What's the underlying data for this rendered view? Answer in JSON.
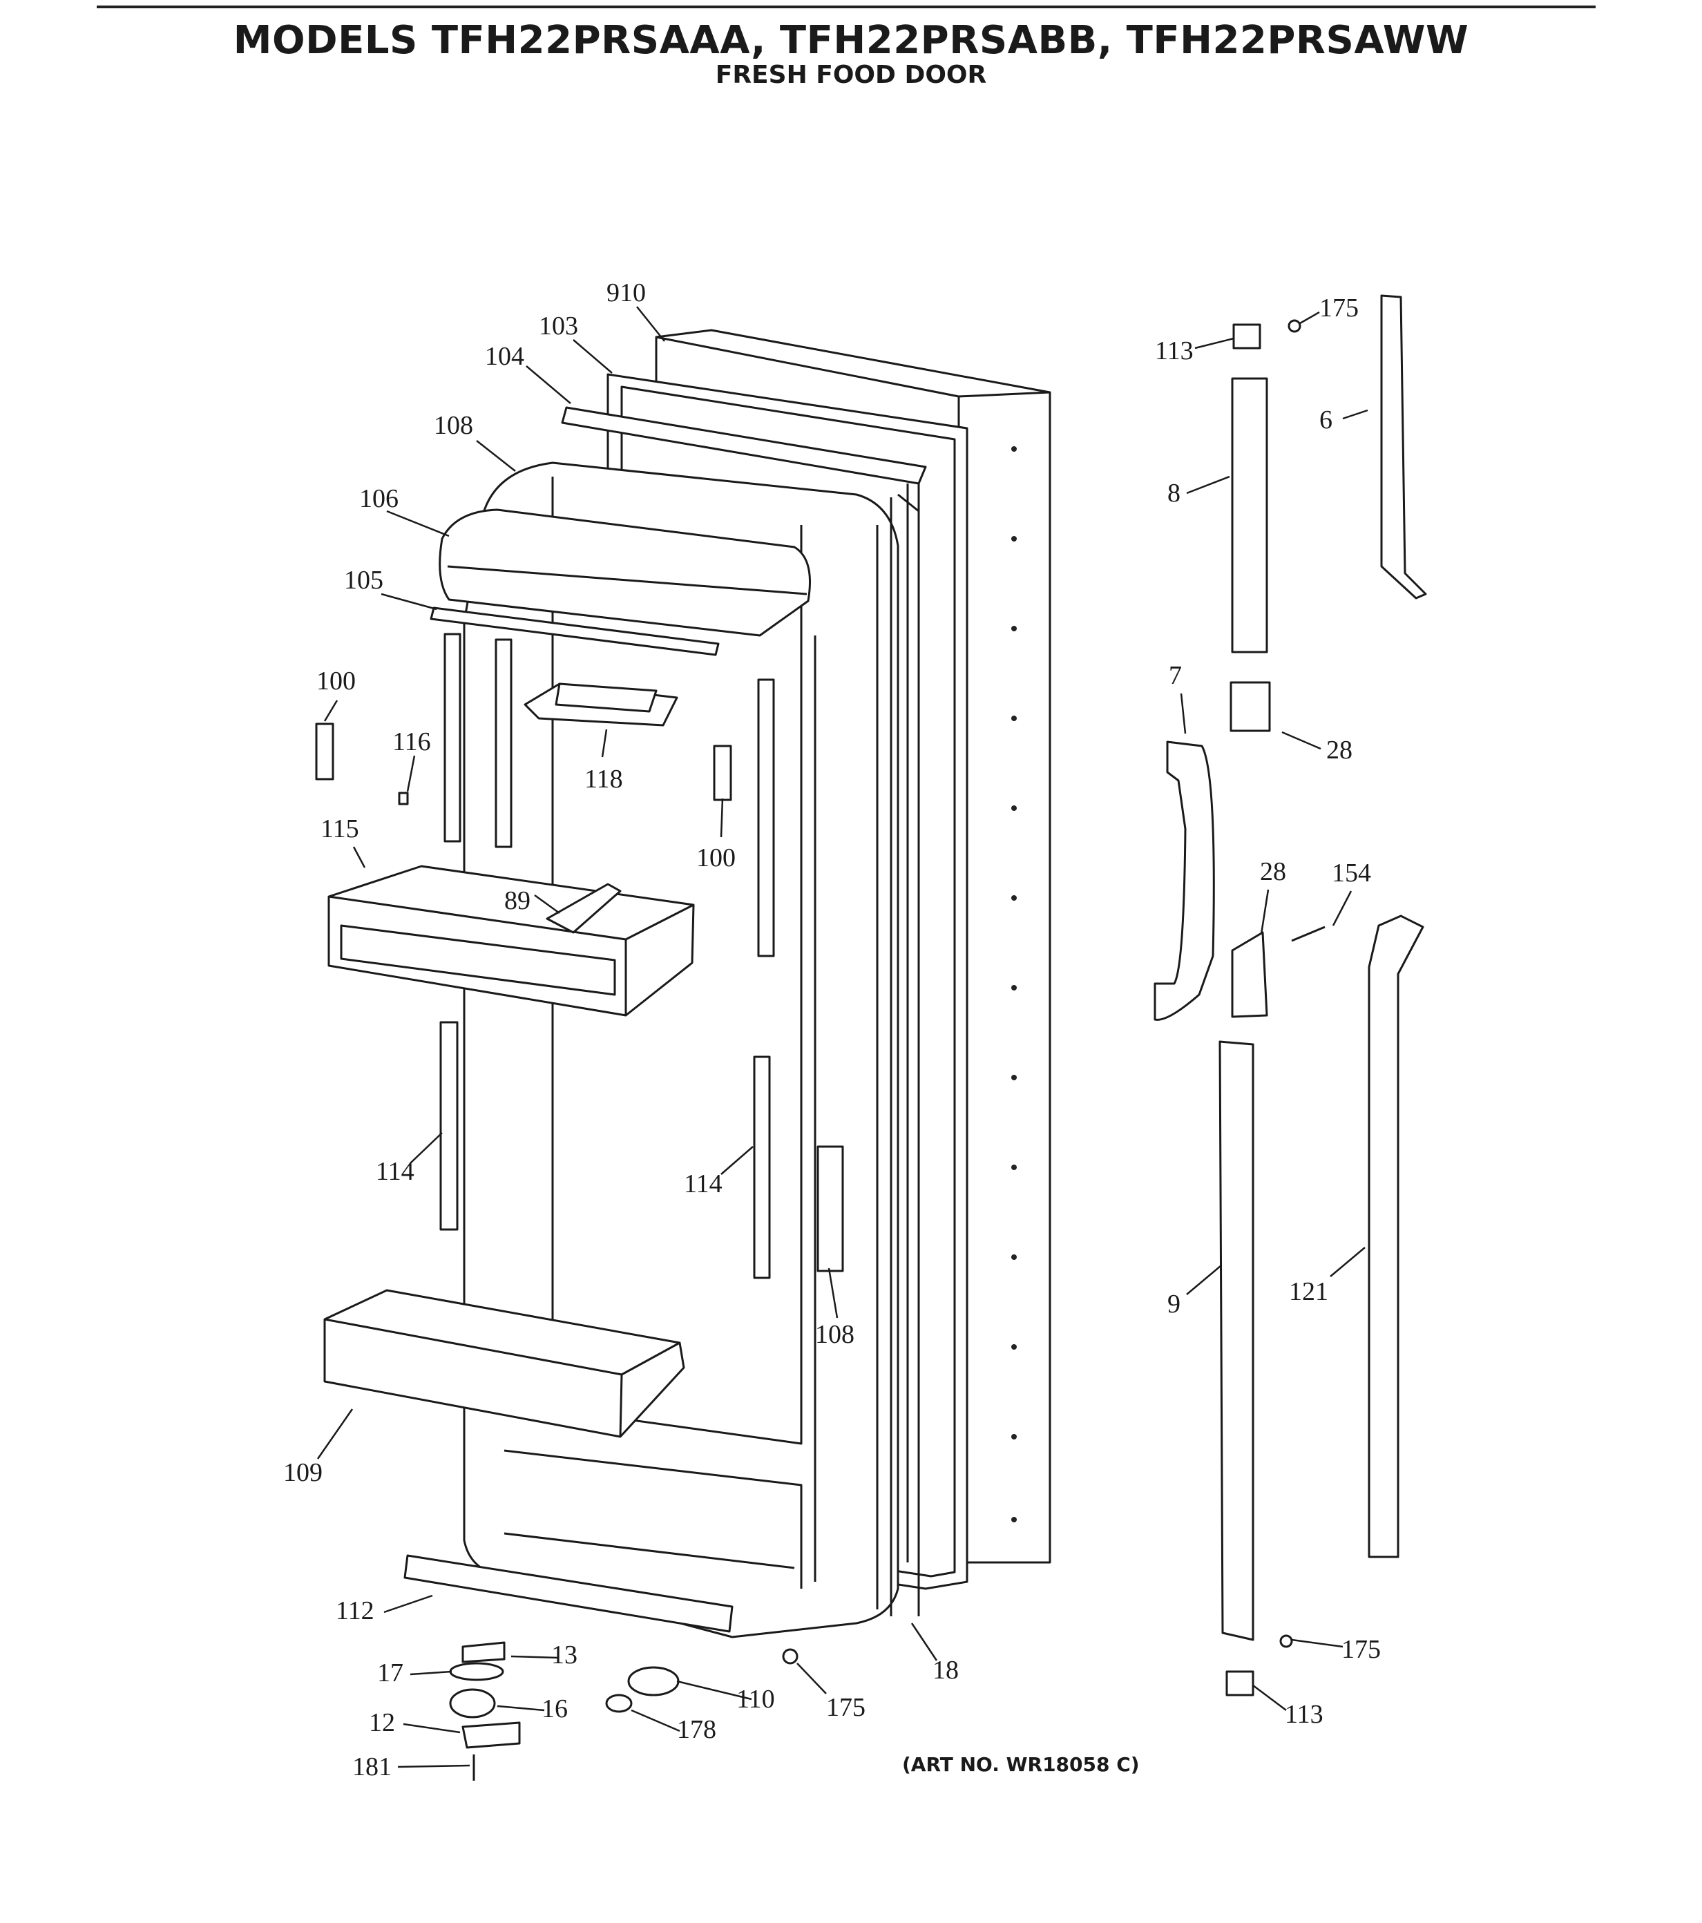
{
  "header": {
    "title": "MODELS TFH22PRSAAA, TFH22PRSABB, TFH22PRSAWW",
    "subtitle": "FRESH FOOD DOOR"
  },
  "art_number": "(ART NO. WR18058 C)",
  "colors": {
    "ink": "#1a1a1a",
    "background": "#ffffff"
  },
  "callouts": {
    "c910": "910",
    "c103": "103",
    "c104": "104",
    "c108a": "108",
    "c106": "106",
    "c105": "105",
    "c100a": "100",
    "c116": "116",
    "c118": "118",
    "c100b": "100",
    "c115": "115",
    "c89": "89",
    "c114a": "114",
    "c114b": "114",
    "c108b": "108",
    "c109": "109",
    "c112": "112",
    "c13": "13",
    "c17": "17",
    "c16": "16",
    "c12": "12",
    "c181": "181",
    "c110": "110",
    "c178": "178",
    "c175a": "175",
    "c18": "18",
    "c113a": "113",
    "c175b": "175",
    "c6": "6",
    "c8": "8",
    "c7": "7",
    "c28a": "28",
    "c28b": "28",
    "c154": "154",
    "c9": "9",
    "c121": "121",
    "c175c": "175",
    "c113b": "113"
  }
}
